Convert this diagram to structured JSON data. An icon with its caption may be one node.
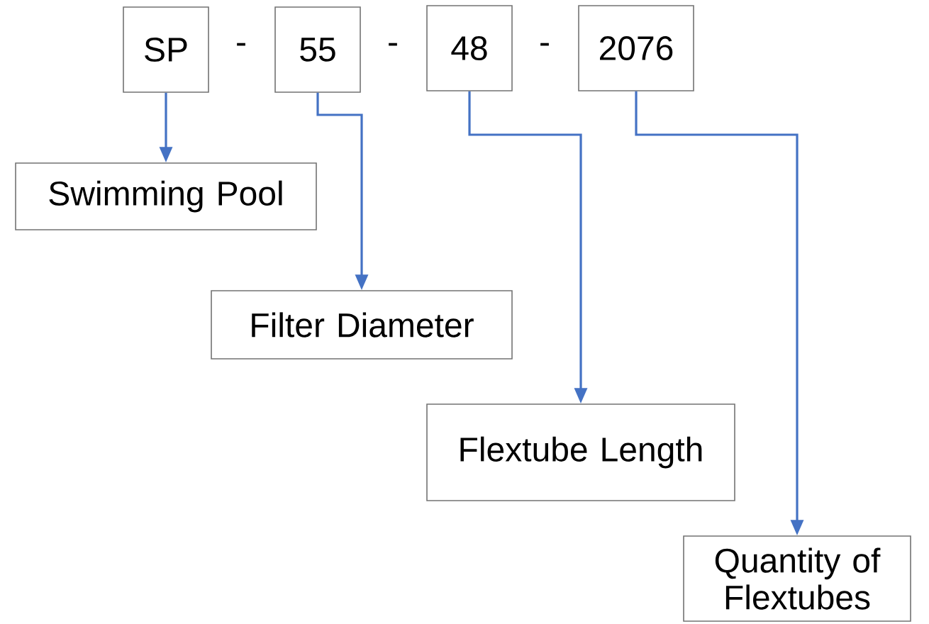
{
  "diagram": {
    "nodes": [
      {
        "text": [
          "SP"
        ]
      },
      {
        "text": [
          "55"
        ]
      },
      {
        "text": [
          "48"
        ]
      },
      {
        "text": [
          "2076"
        ]
      },
      {
        "text": [
          "Swimming Pool"
        ]
      },
      {
        "text": [
          "Filter Diameter"
        ]
      },
      {
        "text": [
          "Flextube Length"
        ]
      },
      {
        "text": [
          "Quantity of Flextubes"
        ]
      }
    ],
    "edges": [
      {
        "from": 0,
        "to": 4,
        "arrow": "to"
      },
      {
        "from": 1,
        "to": 5,
        "arrow": "to"
      },
      {
        "from": 2,
        "to": 6,
        "arrow": "to"
      },
      {
        "from": 3,
        "to": 7,
        "arrow": "to"
      }
    ],
    "labels": [
      "-",
      "-",
      "-"
    ]
  }
}
